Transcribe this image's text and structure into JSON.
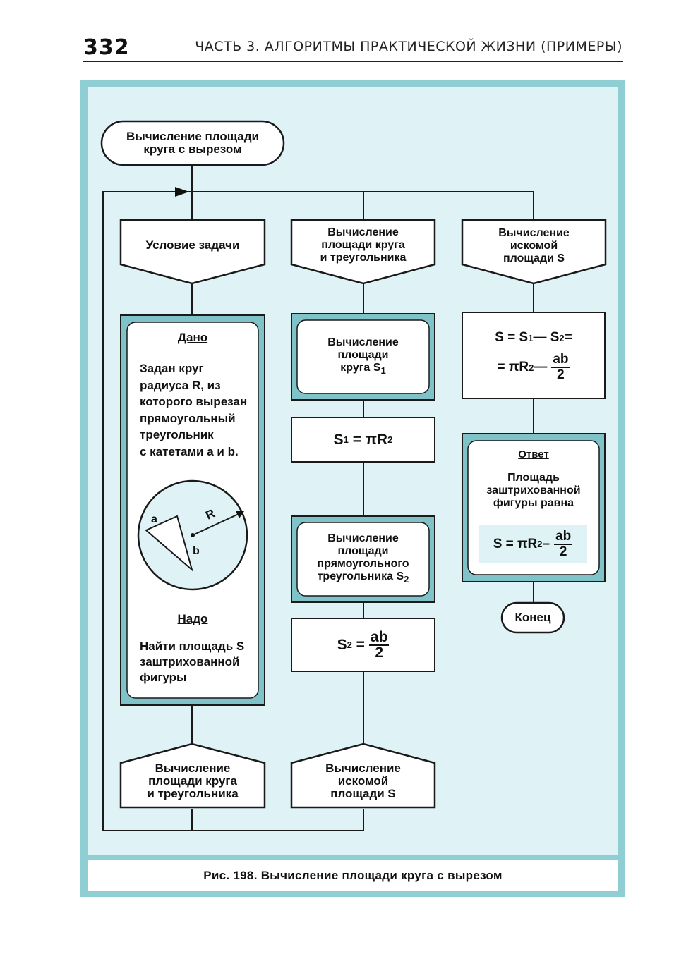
{
  "header": {
    "page_number": "332",
    "running_title": "ЧАСТЬ 3. АЛГОРИТМЫ ПРАКТИЧЕСКОЙ ЖИЗНИ (ПРИМЕРЫ)"
  },
  "diagram": {
    "start": "Вычисление площади\nкруга с вырезом",
    "col1_header": "Условие задачи",
    "col2_header": "Вычисление\nплощади круга\nи треугольника",
    "col3_header": "Вычисление\nискомой\nплощади S",
    "given_title": "Дано",
    "given_text": "Задан круг\nрадиуса R, из\nкоторого вырезан\nпрямоугольный\nтреугольник\nс катетами a и b.",
    "figure_labels": {
      "a": "a",
      "b": "b",
      "R": "R"
    },
    "need_title": "Надо",
    "need_text": "Найти площадь S\nзаштрихованной\nфигуры",
    "circle_area_block": "Вычисление\nплощади\nкруга S",
    "circle_area_sub": "1",
    "formula_s1": {
      "lhs": "S",
      "lhs_sub": "1",
      "rhs": "= πR",
      "rhs_sup": "2"
    },
    "triangle_area_block": "Вычисление\nплощади\nпрямоугольного\nтреугольника S",
    "triangle_area_sub": "2",
    "formula_s2": {
      "lhs": "S",
      "lhs_sub": "2",
      "eq": "=",
      "num": "ab",
      "den": "2"
    },
    "formula_s": {
      "line1": "S = S",
      "s1_sub": "1",
      "minus": " — S",
      "s2_sub": "2",
      "eq_end": " =",
      "line2": "= πR",
      "sup": "2",
      "minus2": " —",
      "num": "ab",
      "den": "2"
    },
    "answer_title": "Ответ",
    "answer_text": "Площадь\nзаштрихованной\nфигуры равна",
    "answer_formula": {
      "lhs": "S = πR",
      "sup": "2",
      "minus": " –",
      "num": "ab",
      "den": "2"
    },
    "end": "Конец",
    "col1_footer": "Вычисление\nплощади круга\nи треугольника",
    "col2_footer": "Вычисление\nискомой\nплощади S"
  },
  "caption": "Рис. 198. Вычисление площади круга с вырезом",
  "colors": {
    "frame": "#8fcfd3",
    "background": "#dff3f7",
    "accent": "#7fc3c9"
  }
}
